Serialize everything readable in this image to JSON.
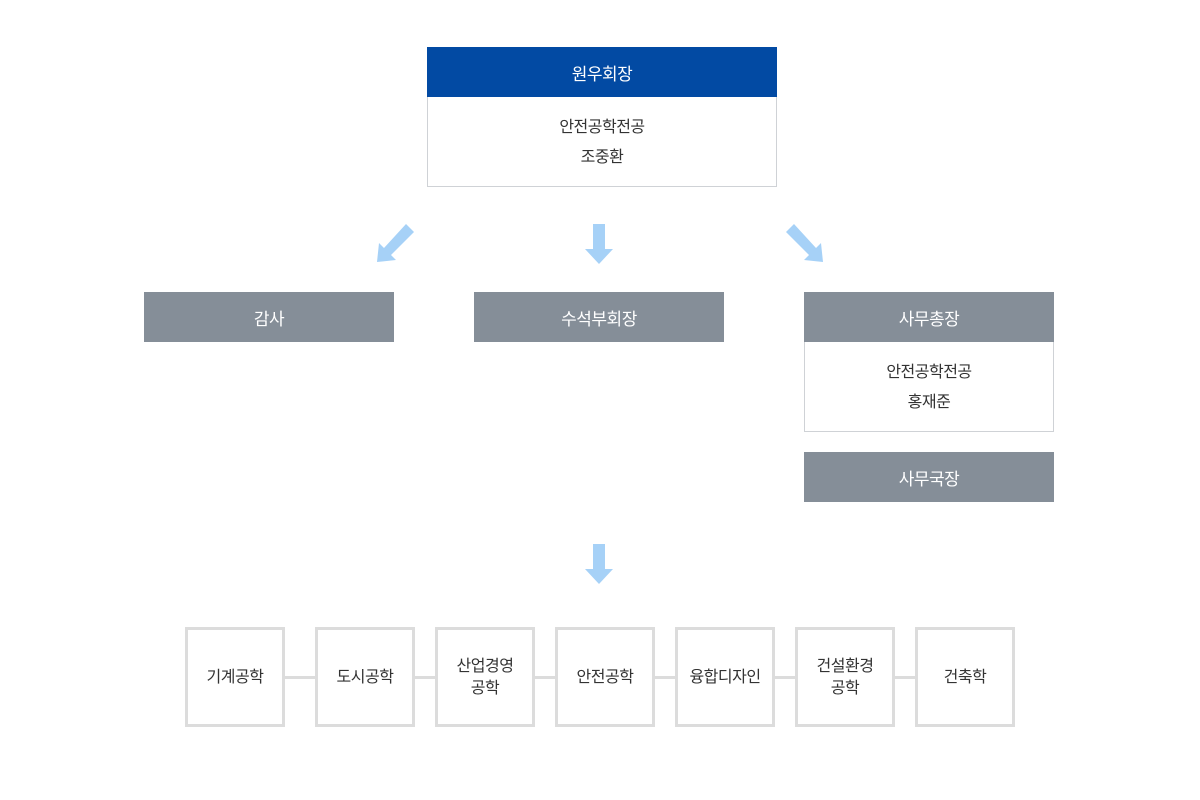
{
  "president": {
    "title": "원우회장",
    "dept": "안전공학전공",
    "name": "조중환"
  },
  "auditor": {
    "title": "감사"
  },
  "vice_president": {
    "title": "수석부회장"
  },
  "secretary_general": {
    "title": "사무총장",
    "dept": "안전공학전공",
    "name": "홍재준"
  },
  "office_director": {
    "title": "사무국장"
  },
  "departments": [
    {
      "line1": "기계공학",
      "line2": ""
    },
    {
      "line1": "도시공학",
      "line2": ""
    },
    {
      "line1": "산업경영",
      "line2": "공학"
    },
    {
      "line1": "안전공학",
      "line2": ""
    },
    {
      "line1": "융합디자인",
      "line2": ""
    },
    {
      "line1": "건설환경",
      "line2": "공학"
    },
    {
      "line1": "건축학",
      "line2": ""
    }
  ],
  "colors": {
    "president_header": "#024aa3",
    "role_header": "#858e98",
    "arrow": "#a6d1f7",
    "box_border": "#dcdcdc"
  },
  "icons": {
    "arrow_left": "arrow-down-left-icon",
    "arrow_center": "arrow-down-icon",
    "arrow_right": "arrow-down-right-icon"
  }
}
